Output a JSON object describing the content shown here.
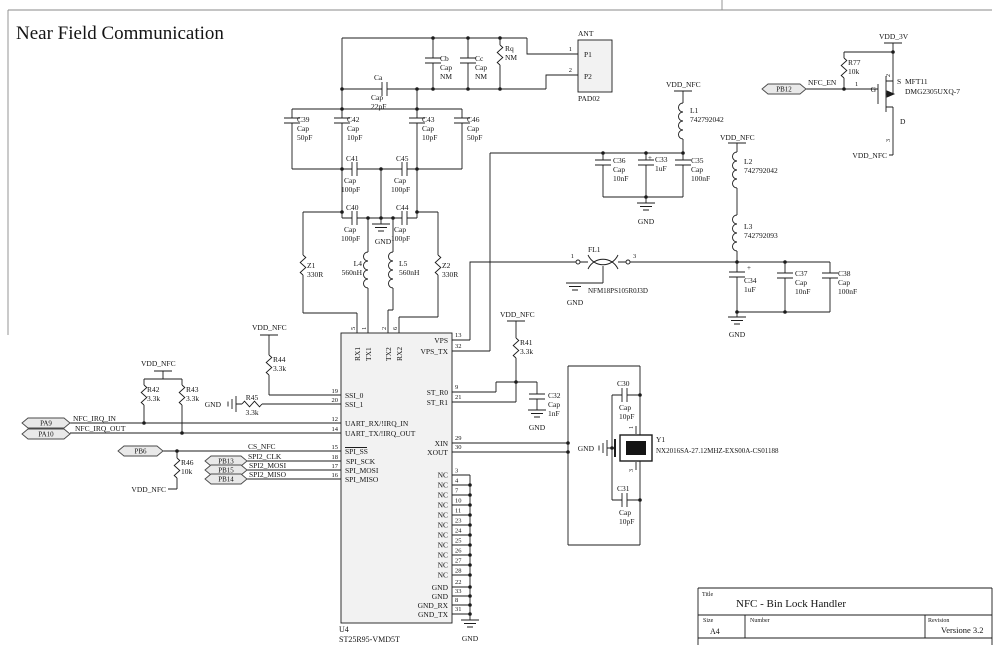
{
  "sheet": {
    "title": "Near Field Communication"
  },
  "title_block": {
    "title_label": "Title",
    "title": "NFC - Bin Lock Handler",
    "size_label": "Size",
    "size": "A4",
    "number_label": "Number",
    "revision_label": "Revision",
    "revision": "Versione 3.2"
  },
  "ports": {
    "pa9": "PA9",
    "pa10": "PA10",
    "pb6": "PB6",
    "pb13": "PB13",
    "pb15": "PB15",
    "pb14": "PB14",
    "pb12": "PB12"
  },
  "nets": {
    "nfc_irq_in": "NFC_IRQ_IN",
    "nfc_irq_out": "NFC_IRQ_OUT",
    "cs_nfc": "CS_NFC",
    "spi2_clk": "SPI2_CLK",
    "spi2_mosi": "SPI2_MOSI",
    "spi2_miso": "SPI2_MISO",
    "nfc_en": "NFC_EN",
    "vdd_nfc": "VDD_NFC",
    "vdd_3v": "VDD_3V",
    "gnd": "GND"
  },
  "ic": {
    "ref": "U4",
    "part": "ST25R95-VMD5T",
    "top_pins": [
      {
        "num": "5",
        "name": "RX1"
      },
      {
        "num": "1",
        "name": "TX1"
      },
      {
        "num": "2",
        "name": "TX2"
      },
      {
        "num": "6",
        "name": "RX2"
      }
    ],
    "left_pins": [
      {
        "num": "19",
        "name": "SSI_0"
      },
      {
        "num": "20",
        "name": "SSI_1"
      },
      {
        "num": "12",
        "name": "UART_RX/!IRQ_IN"
      },
      {
        "num": "14",
        "name": "UART_TX/!IRQ_OUT"
      },
      {
        "num": "15",
        "name": "SPI_SS"
      },
      {
        "num": "18",
        "name": "SPI_SCK"
      },
      {
        "num": "17",
        "name": "SPI_MOSI"
      },
      {
        "num": "16",
        "name": "SPI_MISO"
      }
    ],
    "right_pins": [
      {
        "num": "13",
        "name": "VPS"
      },
      {
        "num": "32",
        "name": "VPS_TX"
      },
      {
        "num": "9",
        "name": "ST_R0"
      },
      {
        "num": "21",
        "name": "ST_R1"
      },
      {
        "num": "29",
        "name": "XIN"
      },
      {
        "num": "30",
        "name": "XOUT"
      }
    ],
    "nc": {
      "name": "NC",
      "nums": [
        "3",
        "4",
        "7",
        "10",
        "11",
        "23",
        "24",
        "25",
        "26",
        "27",
        "28"
      ]
    },
    "gnd_pins": [
      {
        "num": "22",
        "name": "GND"
      },
      {
        "num": "33",
        "name": "GND"
      },
      {
        "num": "8",
        "name": "GND_RX"
      },
      {
        "num": "31",
        "name": "GND_TX"
      }
    ]
  },
  "components": {
    "ant": {
      "name": "ANT",
      "pad": "PAD02",
      "p1": "P1",
      "p2": "P2",
      "n1": "1",
      "n2": "2"
    },
    "ca": {
      "ref": "Ca",
      "typ": "Cap",
      "val": "22pF"
    },
    "cb": {
      "ref": "Cb",
      "typ": "Cap",
      "val": "NM"
    },
    "cc": {
      "ref": "Cc",
      "typ": "Cap",
      "val": "NM"
    },
    "rq": {
      "ref": "Rq",
      "val": "NM"
    },
    "c39": {
      "ref": "C39",
      "typ": "Cap",
      "val": "50pF"
    },
    "c42": {
      "ref": "C42",
      "typ": "Cap",
      "val": "10pF"
    },
    "c43": {
      "ref": "C43",
      "typ": "Cap",
      "val": "10pF"
    },
    "c46": {
      "ref": "C46",
      "typ": "Cap",
      "val": "50pF"
    },
    "c41": {
      "ref": "C41",
      "typ": "Cap",
      "val": "100pF"
    },
    "c45": {
      "ref": "C45",
      "typ": "Cap",
      "val": "100pF"
    },
    "c40": {
      "ref": "C40",
      "typ": "Cap",
      "val": "100pF"
    },
    "c44": {
      "ref": "C44",
      "typ": "Cap",
      "val": "100pF"
    },
    "z1": {
      "ref": "Z1",
      "val": "330R"
    },
    "z2": {
      "ref": "Z2",
      "val": "330R"
    },
    "l4": {
      "ref": "L4",
      "val": "560nH"
    },
    "l5": {
      "ref": "L5",
      "val": "560nH"
    },
    "l1": {
      "ref": "L1",
      "val": "742792042"
    },
    "l2": {
      "ref": "L2",
      "val": "742792042"
    },
    "l3": {
      "ref": "L3",
      "val": "742792093"
    },
    "c36": {
      "ref": "C36",
      "typ": "Cap",
      "val": "10nF"
    },
    "c33": {
      "ref": "C33",
      "val": "1uF",
      "plus": "+"
    },
    "c35": {
      "ref": "C35",
      "typ": "Cap",
      "val": "100nF"
    },
    "fl1": {
      "ref": "FL1",
      "part": "NFM18PS105R0J3D",
      "n1": "1",
      "n3": "3"
    },
    "c34": {
      "ref": "C34",
      "val": "1uF",
      "plus": "+"
    },
    "c37": {
      "ref": "C37",
      "typ": "Cap",
      "val": "10nF"
    },
    "c38": {
      "ref": "C38",
      "typ": "Cap",
      "val": "100nF"
    },
    "r77": {
      "ref": "R77",
      "val": "10k"
    },
    "q1": {
      "ref": "MFT11",
      "part": "DMG2305UXQ-7",
      "g": "G",
      "s": "S",
      "d": "D",
      "n1": "1",
      "n2": "2",
      "n3": "3"
    },
    "r41": {
      "ref": "R41",
      "val": "3.3k"
    },
    "r42": {
      "ref": "R42",
      "val": "3.3k"
    },
    "r43": {
      "ref": "R43",
      "val": "3.3k"
    },
    "r44": {
      "ref": "R44",
      "val": "3.3k"
    },
    "r45": {
      "ref": "R45",
      "val": "3.3k"
    },
    "r46": {
      "ref": "R46",
      "val": "10k"
    },
    "c32": {
      "ref": "C32",
      "typ": "Cap",
      "val": "1nF"
    },
    "c30": {
      "ref": "C30",
      "typ": "Cap",
      "val": "10pF"
    },
    "c31": {
      "ref": "C31",
      "typ": "Cap",
      "val": "10pF"
    },
    "y1": {
      "ref": "Y1",
      "part": "NX2016SA-27.12MHZ-EXS00A-CS01188",
      "n1": "1",
      "n3": "3"
    }
  }
}
